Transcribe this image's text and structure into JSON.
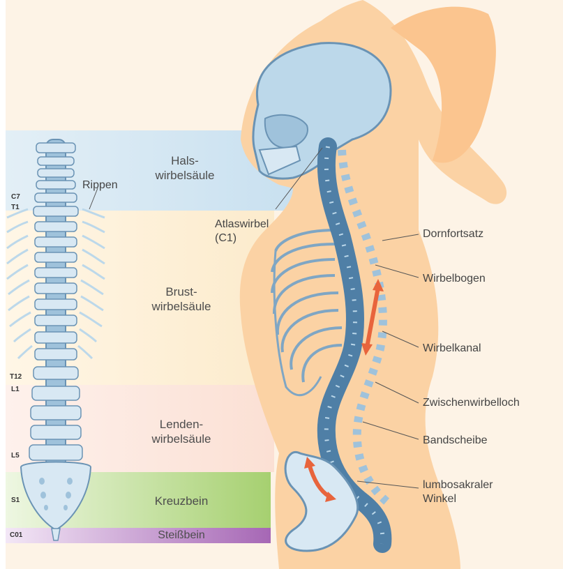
{
  "colors": {
    "skin": "#fbd2a4",
    "bone": "#bcd8ea",
    "bone_dark": "#4f7fa6",
    "outline": "#6a93b4",
    "arrow": "#e8643c",
    "band_cervical": "#d5e8f3",
    "band_thoracic": "#fcecd0",
    "band_lumbar": "#fbe2da",
    "band_sacrum": "#a6d070",
    "band_coccyx": "#a667b5"
  },
  "regions": {
    "cervical": "Hals-\nwirbelsäule",
    "thoracic": "Brust-\nwirbelsäule",
    "lumbar": "Lenden-\nwirbelsäule",
    "sacrum": "Kreuzbein",
    "coccyx": "Steißbein"
  },
  "levels": {
    "c7": "C7",
    "t1": "T1",
    "t12": "T12",
    "l1": "L1",
    "l5": "L5",
    "s1": "S1",
    "co1": "C01"
  },
  "labels": {
    "rippen": "Rippen",
    "atlas": "Atlaswirbel\n(C1)",
    "dornfortsatz": "Dornfortsatz",
    "wirbelbogen": "Wirbelbogen",
    "wirbelkanal": "Wirbelkanal",
    "zwischenwirbelloch": "Zwischenwirbelloch",
    "bandscheibe": "Bandscheibe",
    "lumbosakral": "lumbosakraler\nWinkel"
  }
}
